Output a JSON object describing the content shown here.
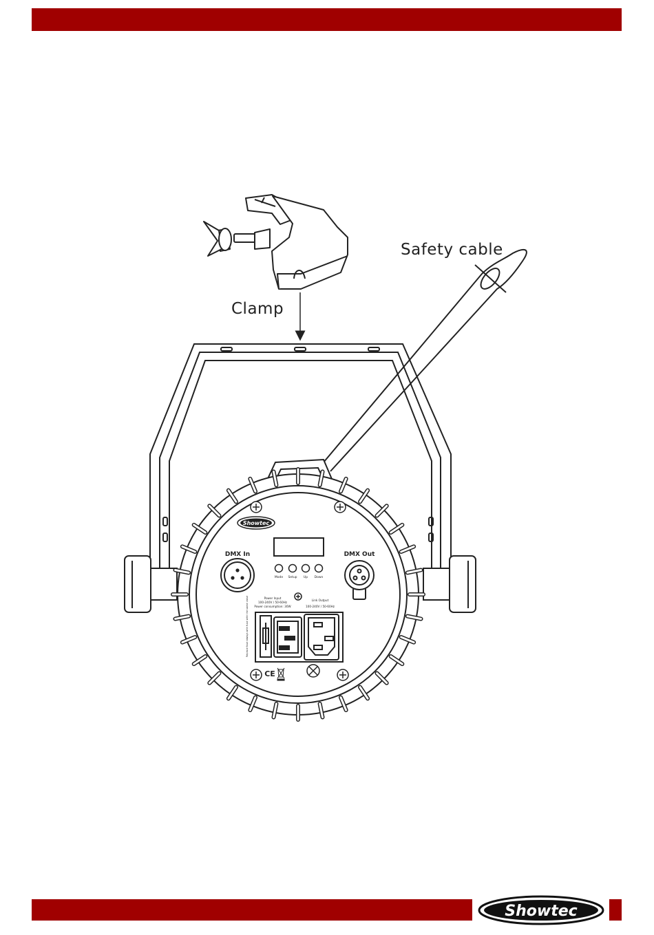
{
  "header": {
    "bar_color": "#a00000"
  },
  "figure": {
    "clamp_label": "Clamp",
    "safety_cable_label": "Safety cable",
    "device": {
      "brand": "Showtec",
      "dmx_in_label": "DMX In",
      "dmx_out_label": "DMX Out",
      "buttons": [
        "Mode",
        "Setup",
        "Up",
        "Down"
      ],
      "power_input_title": "Power Input",
      "power_input_rating": "100-240V / 50-60Hz",
      "power_consumption": "Power consumption: 30W",
      "link_output_title": "Link Output",
      "link_output_rating": "100-240V / 50-60Hz",
      "fuse_text": "Replace fuse always with fuse with the same value",
      "ce_mark": "CE"
    }
  },
  "footer": {
    "logo_text": "Showtec",
    "bar_color": "#a00000"
  }
}
